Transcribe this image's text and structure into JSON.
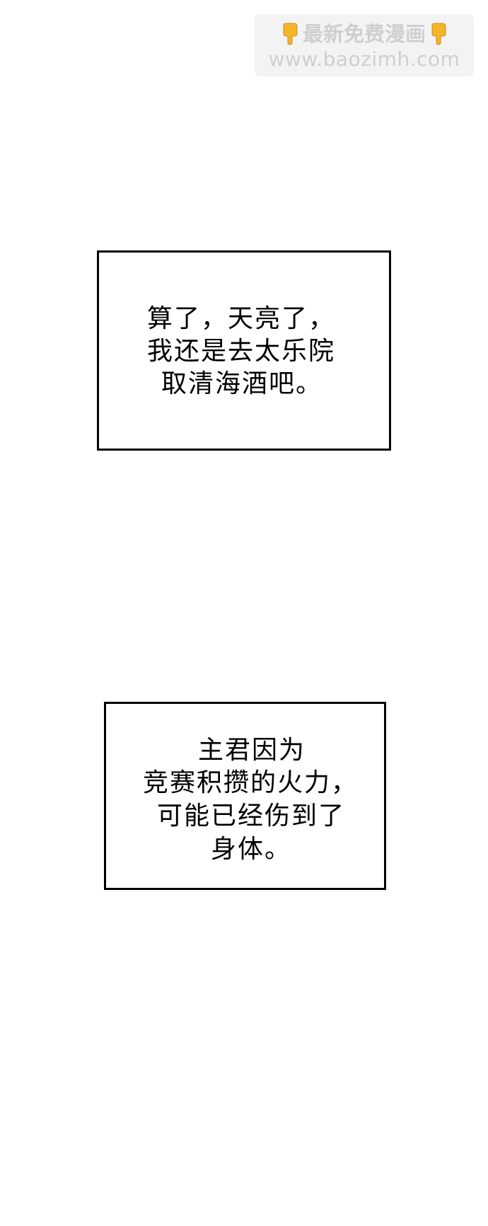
{
  "watermark": {
    "title": "最新免费漫画",
    "url": "www.baozimh.com",
    "icon": "pointing-down-hand-icon",
    "icon_color": "#f5b52a"
  },
  "panels": [
    {
      "lines": [
        "算了，天亮了，",
        "我还是去太乐院",
        "取清海酒吧。"
      ]
    },
    {
      "lines": [
        "主君因为",
        "竞赛积攒的火力，",
        "可能已经伤到了",
        "身体。"
      ]
    }
  ]
}
